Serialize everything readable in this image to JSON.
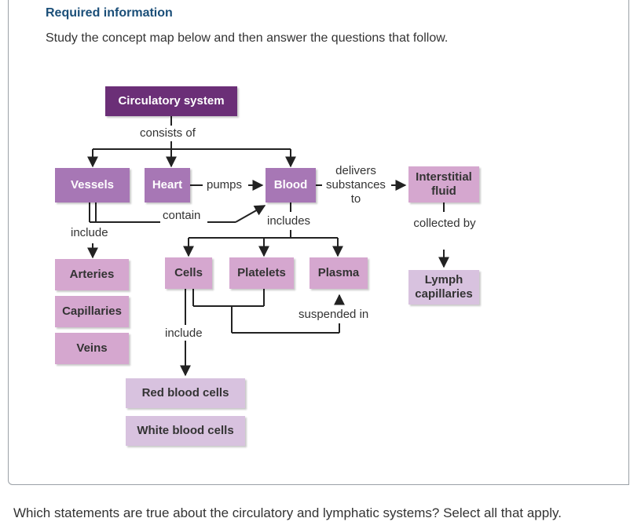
{
  "header": {
    "title": "Required information",
    "instruction": "Study the concept map below and then answer the questions that follow."
  },
  "concept_map": {
    "nodes": {
      "circulatory_system": "Circulatory system",
      "vessels": "Vessels",
      "heart": "Heart",
      "blood": "Blood",
      "interstitial_fluid": "Interstitial fluid",
      "arteries": "Arteries",
      "capillaries": "Capillaries",
      "veins": "Veins",
      "cells": "Cells",
      "platelets": "Platelets",
      "plasma": "Plasma",
      "lymph_capillaries": "Lymph capillaries",
      "red_blood_cells": "Red blood cells",
      "white_blood_cells": "White blood cells"
    },
    "links": {
      "consists_of": "consists of",
      "pumps": "pumps",
      "delivers_substances_to": "delivers substances to",
      "contain": "contain",
      "includes": "includes",
      "include_vessels": "include",
      "collected_by": "collected by",
      "suspended_in": "suspended in",
      "include_cells": "include"
    }
  },
  "colors": {
    "dark_purple": "#6b2f77",
    "medium_purple": "#a777b5",
    "light_pink": "#d5a7cf",
    "lavender": "#d8c2df",
    "title_blue": "#1a4e78"
  },
  "question": "Which statements are true about the circulatory and lymphatic systems? Select all that apply."
}
